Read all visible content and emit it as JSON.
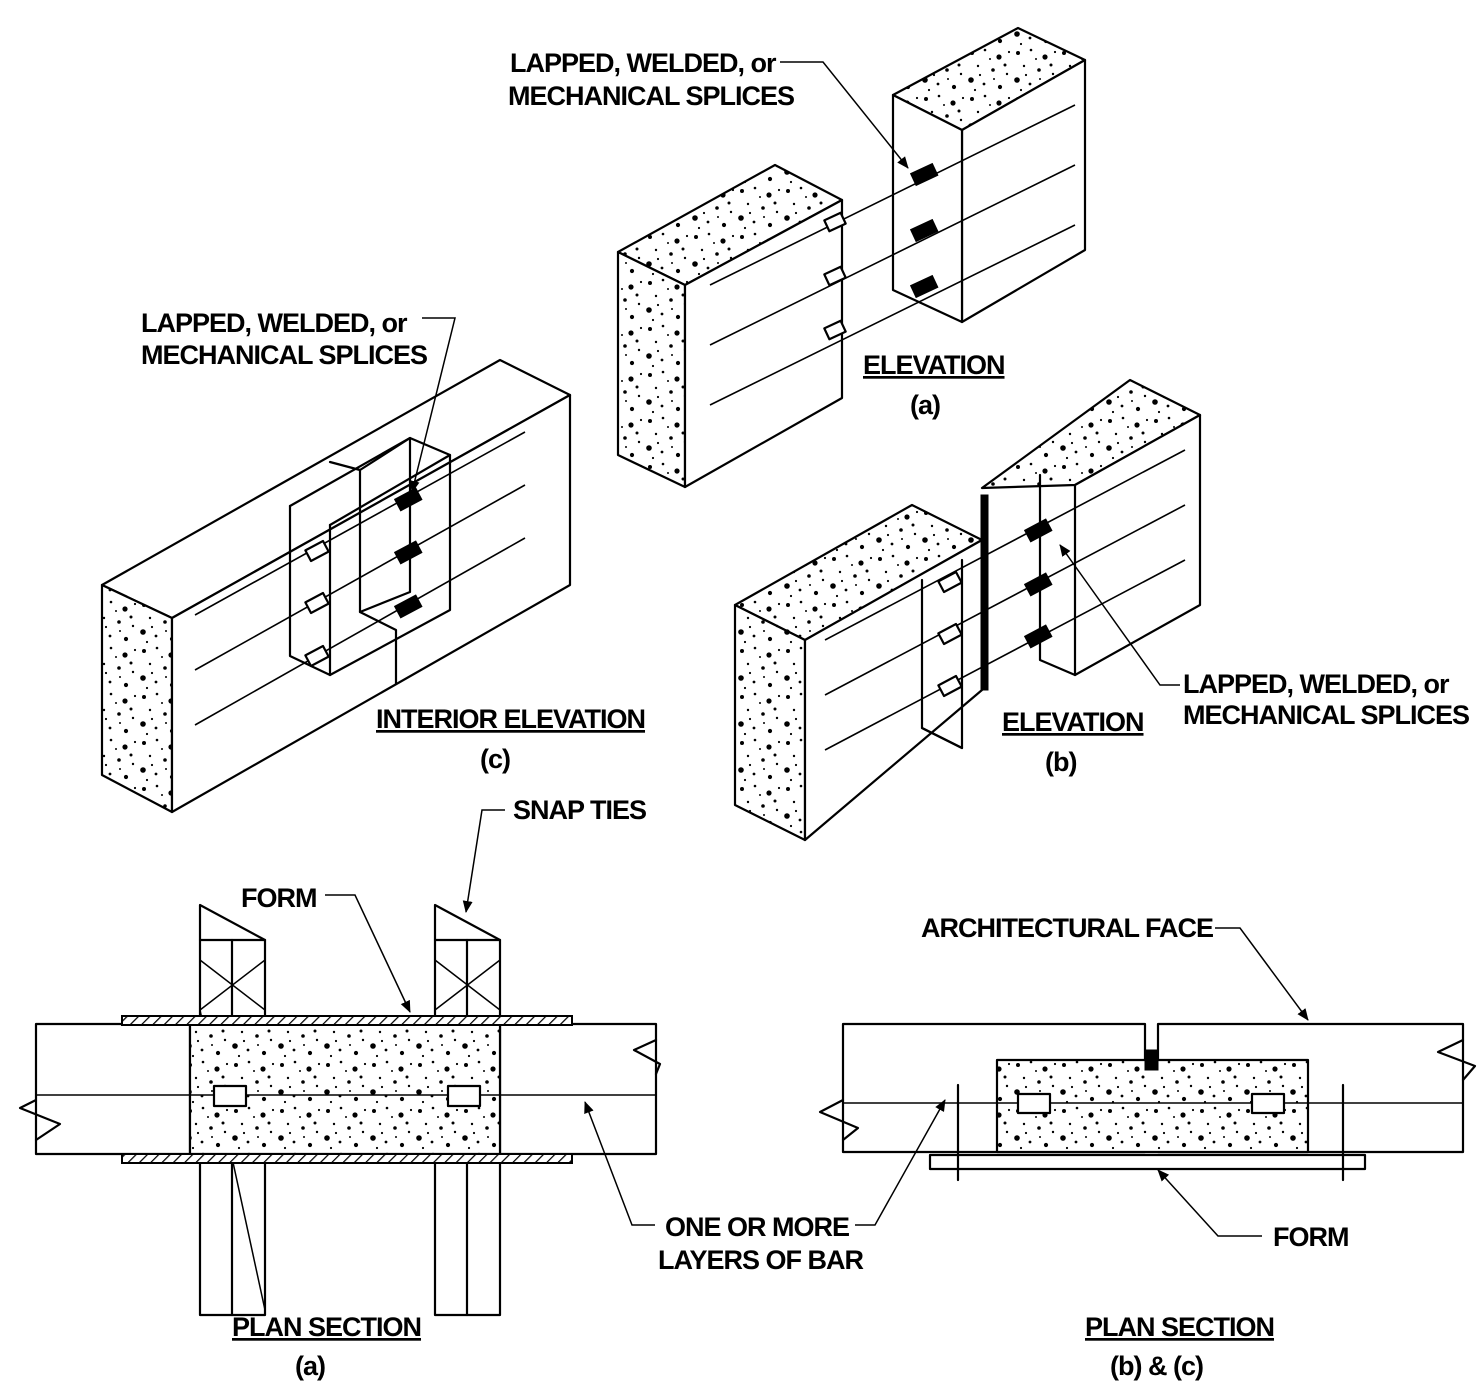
{
  "views": {
    "elev_a": {
      "title": "ELEVATION",
      "subtitle": "(a)",
      "callout_line1": "LAPPED, WELDED, or",
      "callout_line2": "MECHANICAL SPLICES"
    },
    "elev_b": {
      "title": "ELEVATION",
      "subtitle": "(b)",
      "callout_line1": "LAPPED, WELDED, or",
      "callout_line2": "MECHANICAL SPLICES"
    },
    "elev_c": {
      "title": "INTERIOR ELEVATION",
      "subtitle": "(c)",
      "callout_line1": "LAPPED, WELDED, or",
      "callout_line2": "MECHANICAL SPLICES"
    },
    "plan_a": {
      "title": "PLAN SECTION",
      "subtitle": "(a)",
      "snap_ties": "SNAP TIES",
      "form": "FORM"
    },
    "plan_bc": {
      "title": "PLAN SECTION",
      "subtitle": "(b) & (c)",
      "arch_face": "ARCHITECTURAL FACE",
      "form": "FORM"
    },
    "shared": {
      "bars_line1": "ONE OR MORE",
      "bars_line2": "LAYERS OF BAR"
    }
  }
}
